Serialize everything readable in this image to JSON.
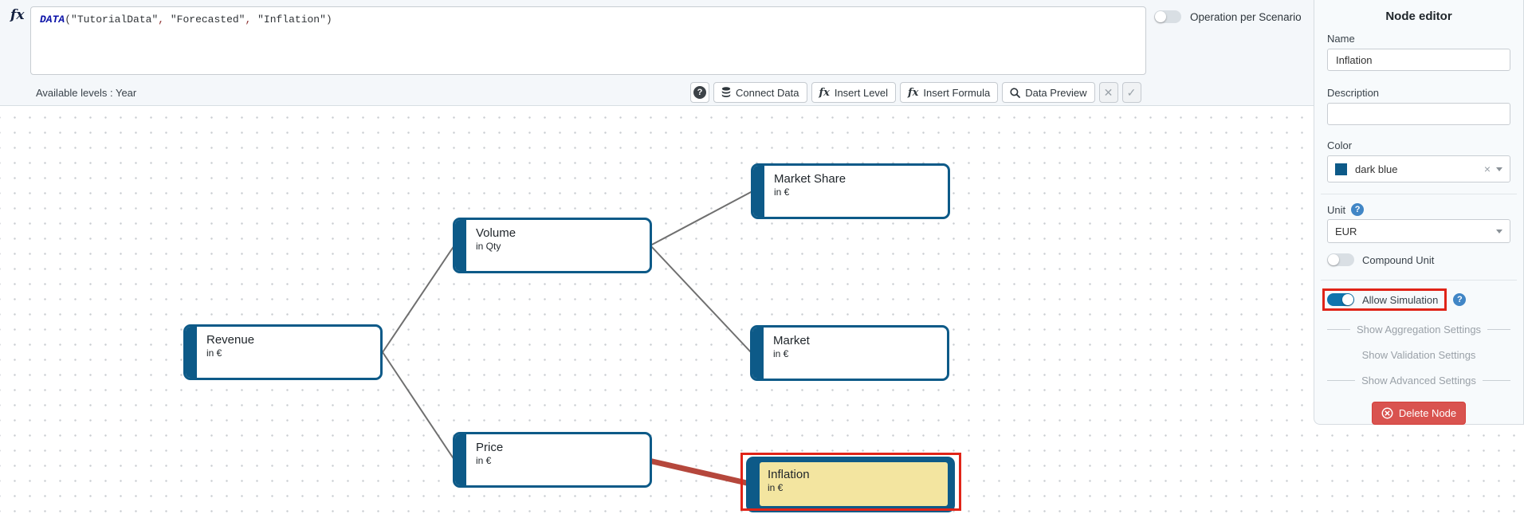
{
  "formula_bar": {
    "fx_label": "fx",
    "parts": [
      {
        "type": "keyword",
        "text": "DATA"
      },
      {
        "type": "paren",
        "text": "("
      },
      {
        "type": "string",
        "text": "\"TutorialData\""
      },
      {
        "type": "comma",
        "text": ", "
      },
      {
        "type": "string",
        "text": "\"Forecasted\""
      },
      {
        "type": "comma",
        "text": ", "
      },
      {
        "type": "string",
        "text": "\"Inflation\""
      },
      {
        "type": "paren",
        "text": ")"
      }
    ],
    "operation_per_scenario_label": "Operation per Scenario",
    "available_levels_label": "Available levels : Year",
    "buttons": {
      "connect_data": "Connect Data",
      "insert_level": "Insert Level",
      "insert_formula": "Insert Formula",
      "data_preview": "Data Preview"
    }
  },
  "icons": {
    "help": "?",
    "fx": "fx",
    "close": "✕",
    "check": "✓",
    "clear": "×"
  },
  "canvas": {
    "nodes": [
      {
        "id": "revenue",
        "title": "Revenue",
        "unit": "in €"
      },
      {
        "id": "volume",
        "title": "Volume",
        "unit": "in Qty"
      },
      {
        "id": "price",
        "title": "Price",
        "unit": "in €"
      },
      {
        "id": "market-share",
        "title": "Market Share",
        "unit": "in €"
      },
      {
        "id": "market",
        "title": "Market",
        "unit": "in €"
      },
      {
        "id": "inflation",
        "title": "Inflation",
        "unit": "in €",
        "selected": true
      }
    ],
    "edges": [
      {
        "from": "revenue",
        "to": "volume",
        "style": "normal"
      },
      {
        "from": "revenue",
        "to": "price",
        "style": "normal"
      },
      {
        "from": "volume",
        "to": "market-share",
        "style": "normal"
      },
      {
        "from": "volume",
        "to": "market",
        "style": "normal"
      },
      {
        "from": "price",
        "to": "inflation",
        "style": "highlight-red"
      }
    ]
  },
  "node_editor": {
    "title": "Node editor",
    "name_label": "Name",
    "name_value": "Inflation",
    "description_label": "Description",
    "description_value": "",
    "color_label": "Color",
    "color_value": "dark blue",
    "color_hex": "#0d5a88",
    "unit_label": "Unit",
    "unit_value": "EUR",
    "compound_unit_label": "Compound Unit",
    "compound_unit_on": false,
    "allow_simulation_label": "Allow Simulation",
    "allow_simulation_on": true,
    "links": {
      "aggregation": "Show Aggregation Settings",
      "validation": "Show Validation Settings",
      "advanced": "Show Advanced Settings"
    },
    "delete_label": "Delete Node"
  },
  "colors": {
    "node_border": "#0d5a88",
    "selected_fill": "#f3e5a0",
    "selection_red": "#e02418",
    "edge_red": "#b5473c",
    "edge_grey": "#6f6f6f",
    "delete_red": "#d9534f",
    "toggle_on": "#0f74ad"
  }
}
